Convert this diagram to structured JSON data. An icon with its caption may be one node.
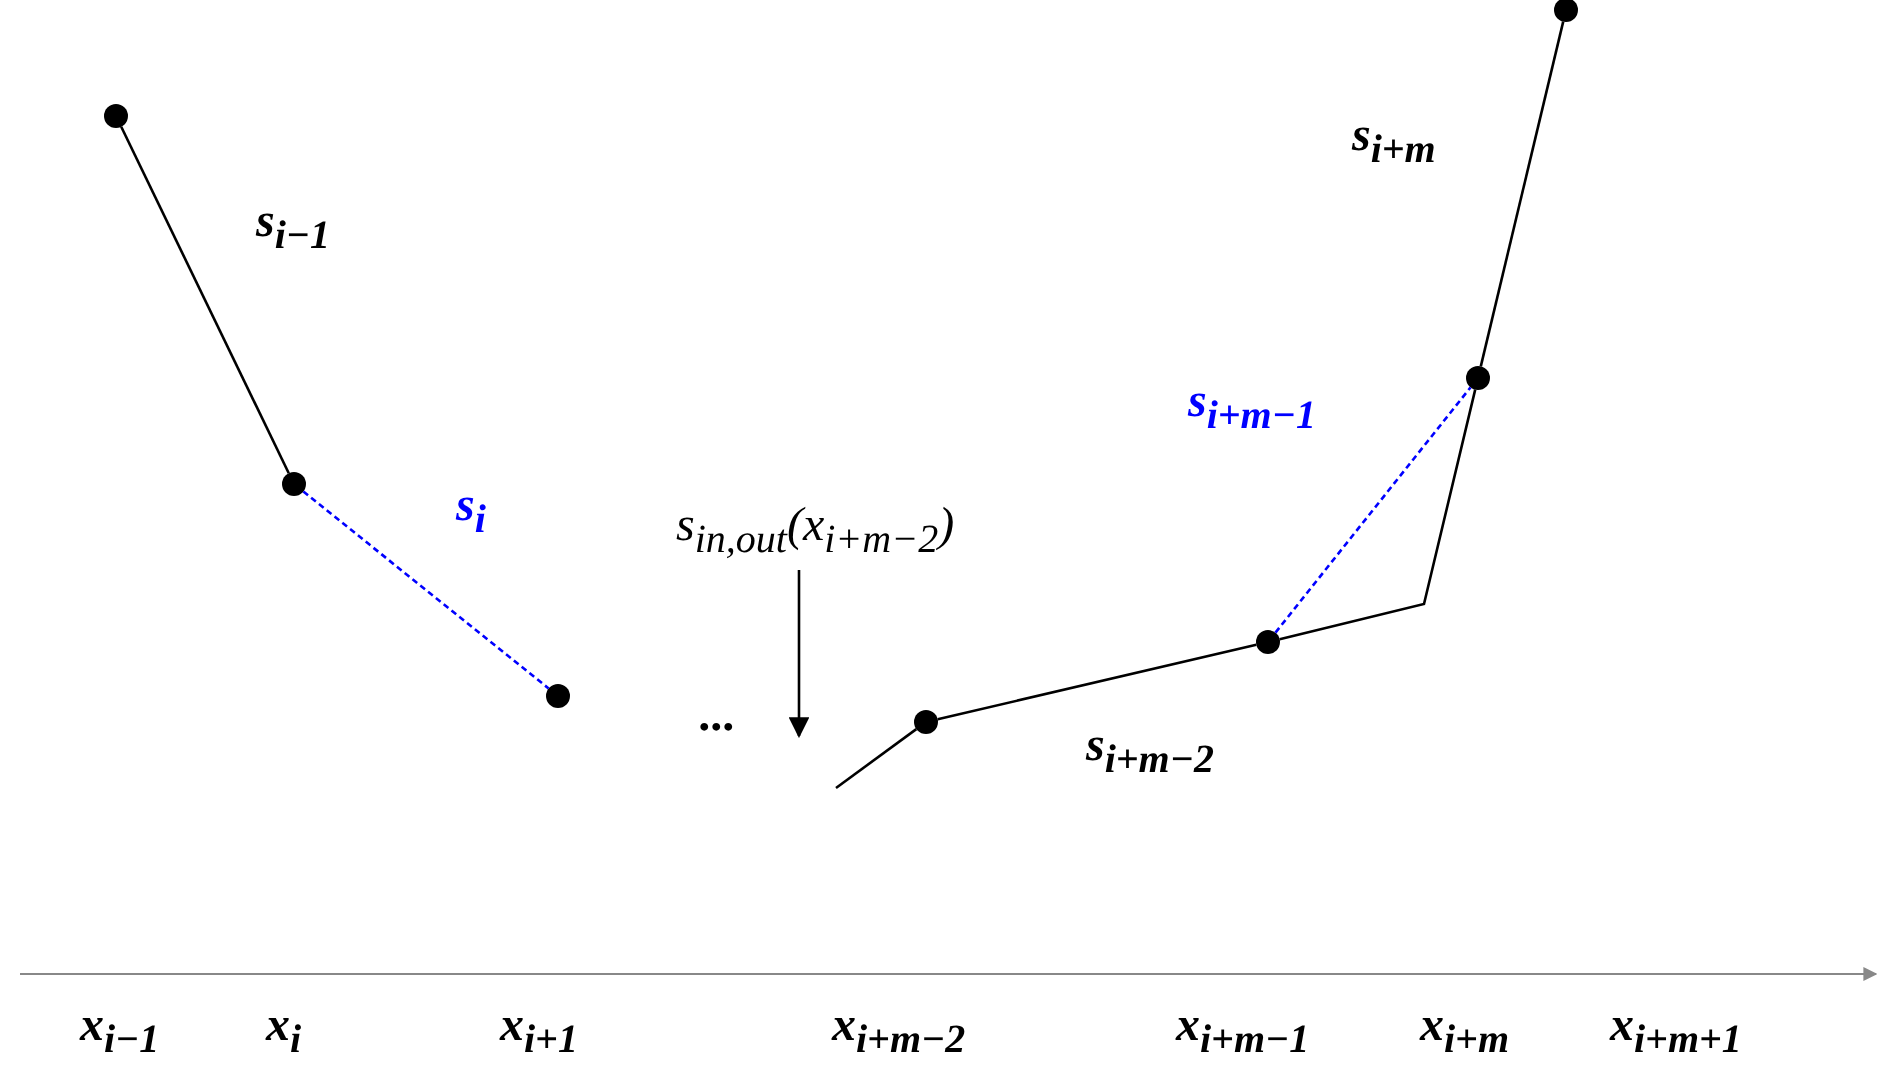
{
  "diagram": {
    "nodes": [
      {
        "text": [],
        "shape": "circle"
      },
      {
        "text": [],
        "shape": "circle"
      },
      {
        "text": [],
        "shape": "circle"
      },
      {
        "text": [
          "s$_{in,out}$(x$_{i+m−2}$)"
        ]
      },
      {
        "text": [],
        "shape": "circle"
      },
      {
        "text": [],
        "shape": "circle"
      },
      {
        "text": [],
        "shape": "circle"
      },
      {
        "text": [],
        "shape": "circle"
      }
    ],
    "edges": [
      {
        "from": 0,
        "to": 1,
        "arrow": "none"
      },
      {
        "from": 1,
        "to": 2,
        "arrow": "none",
        "style": "dashed",
        "color": "#0000ff"
      },
      {
        "from": null,
        "to": 4,
        "arrow": "none"
      },
      {
        "from": 4,
        "to": 5,
        "arrow": "none"
      },
      {
        "from": 5,
        "to": 6,
        "arrow": "none",
        "style": "dashed",
        "color": "#0000ff"
      },
      {
        "from": 5,
        "to": 6,
        "arrow": "none"
      },
      {
        "from": 6,
        "to": 7,
        "arrow": "none"
      },
      {
        "from": 3,
        "to": null,
        "arrow": "to"
      }
    ],
    "labels": [
      "s$_{i+m}$",
      "s$_{i−1}$",
      "s$_{i+m−1}$",
      "s$_{i}$",
      "...",
      "s$_{i+m−2}$",
      "x$_{i−1}$",
      "x$_{i}$",
      "x$_{i+1}$",
      "x$_{i+m−2}$",
      "x$_{i+m−1}$",
      "x$_{i+m}$",
      "x$_{i+m+1}$"
    ]
  }
}
